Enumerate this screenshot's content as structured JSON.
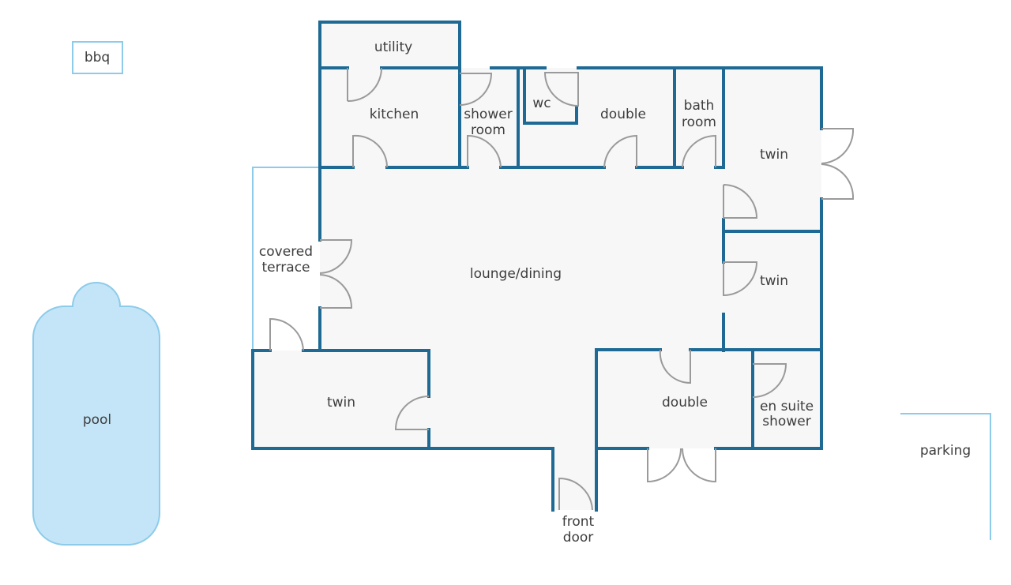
{
  "rooms": {
    "utility": "utility",
    "kitchen": "kitchen",
    "shower_room_1": "shower",
    "shower_room_2": "room",
    "wc": "wc",
    "double_top": "double",
    "bathroom_1": "bath",
    "bathroom_2": "room",
    "twin_right_top": "twin",
    "twin_right_mid": "twin",
    "lounge": "lounge/dining",
    "covered_terrace_1": "covered",
    "covered_terrace_2": "terrace",
    "twin_left": "twin",
    "double_bottom": "double",
    "en_suite_1": "en suite",
    "en_suite_2": "shower",
    "front_door_1": "front",
    "front_door_2": "door"
  },
  "outside": {
    "bbq": "bbq",
    "pool": "pool",
    "parking": "parking"
  },
  "colors": {
    "wall": "#1e6a95",
    "floor": "#f7f7f7",
    "door": "#9a9a9a",
    "outline": "#8ccbea",
    "pool_fill": "#c3e5f7",
    "text": "#3d3d3d"
  }
}
